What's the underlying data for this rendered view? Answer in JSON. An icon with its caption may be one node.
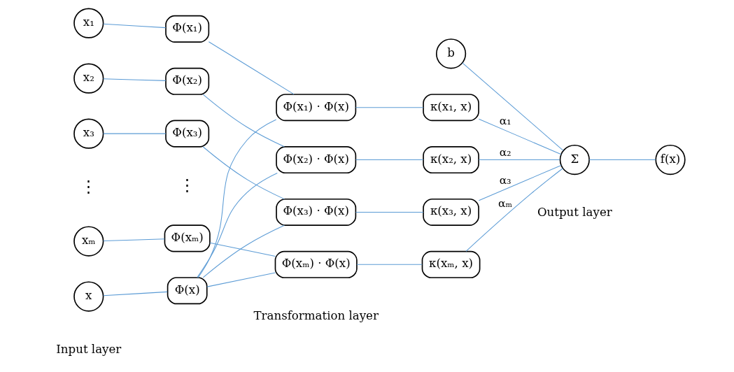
{
  "diagram": {
    "nodes": [
      {
        "text": [
          "x₁"
        ]
      },
      {
        "text": [
          "x₂"
        ]
      },
      {
        "text": [
          "x₃"
        ]
      },
      {
        "text": [
          "xₘ"
        ]
      },
      {
        "text": [
          "x"
        ]
      },
      {
        "text": [
          "Φ(x₁)"
        ]
      },
      {
        "text": [
          "Φ(x₂)"
        ]
      },
      {
        "text": [
          "Φ(x₃)"
        ]
      },
      {
        "text": [
          "Φ(xₘ)"
        ]
      },
      {
        "text": [
          "Φ(x)"
        ]
      },
      {
        "text": [
          "Φ(x₁) · Φ(x)"
        ]
      },
      {
        "text": [
          "Φ(x₂) · Φ(x)"
        ]
      },
      {
        "text": [
          "Φ(x₃) · Φ(x)"
        ]
      },
      {
        "text": [
          "Φ(xₘ) · Φ(x)"
        ]
      },
      {
        "text": [
          "κ(x₁, x)"
        ]
      },
      {
        "text": [
          "κ(x₂, x)"
        ]
      },
      {
        "text": [
          "κ(x₃, x)"
        ]
      },
      {
        "text": [
          "κ(xₘ, x)"
        ]
      },
      {
        "text": [
          "b"
        ]
      },
      {
        "text": [
          "Σ"
        ]
      },
      {
        "text": [
          "f(x)"
        ]
      }
    ],
    "edges": [
      {
        "from": 0,
        "to": 5,
        "arrow": "none"
      },
      {
        "from": 1,
        "to": 6,
        "arrow": "none"
      },
      {
        "from": 2,
        "to": 7,
        "arrow": "none"
      },
      {
        "from": 3,
        "to": 8,
        "arrow": "none"
      },
      {
        "from": 4,
        "to": 9,
        "arrow": "none"
      },
      {
        "from": 5,
        "to": 10,
        "arrow": "none"
      },
      {
        "from": 6,
        "to": 11,
        "arrow": "none"
      },
      {
        "from": 7,
        "to": 12,
        "arrow": "none"
      },
      {
        "from": 8,
        "to": 13,
        "arrow": "none"
      },
      {
        "from": 9,
        "to": 10,
        "arrow": "none"
      },
      {
        "from": 9,
        "to": 11,
        "arrow": "none"
      },
      {
        "from": 9,
        "to": 12,
        "arrow": "none"
      },
      {
        "from": 9,
        "to": 13,
        "arrow": "none"
      },
      {
        "from": 10,
        "to": 14,
        "arrow": "none"
      },
      {
        "from": 11,
        "to": 15,
        "arrow": "none"
      },
      {
        "from": 12,
        "to": 16,
        "arrow": "none"
      },
      {
        "from": 13,
        "to": 17,
        "arrow": "none"
      },
      {
        "from": 14,
        "to": 19,
        "label": "α₁",
        "arrow": "none"
      },
      {
        "from": 15,
        "to": 19,
        "label": "α₂",
        "arrow": "none"
      },
      {
        "from": 16,
        "to": 19,
        "label": "α₃",
        "arrow": "none"
      },
      {
        "from": 17,
        "to": 19,
        "label": "αₘ",
        "arrow": "none"
      },
      {
        "from": 18,
        "to": 19,
        "arrow": "none"
      },
      {
        "from": 19,
        "to": 20,
        "arrow": "none"
      }
    ],
    "labels": [
      "⋮",
      "⋮",
      "Input layer",
      "Transformation layer",
      "Output layer"
    ]
  }
}
